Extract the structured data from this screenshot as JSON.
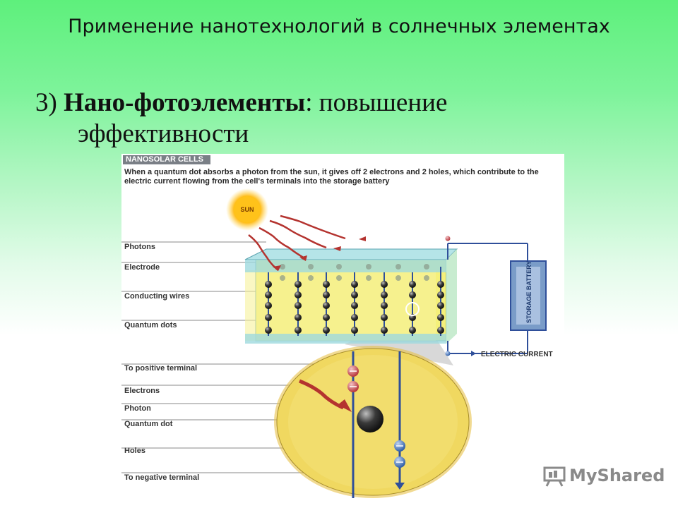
{
  "slide": {
    "title": "Применение нанотехнологий в солнечных элементах",
    "subtitle_number": "3)",
    "subtitle_bold": "Нано-фотоэлементы",
    "subtitle_rest": ": повышение эффективности"
  },
  "figure": {
    "heading": "NANOSOLAR CELLS",
    "caption": "When a quantum dot absorbs a photon from the sun, it gives off 2 electrons and 2 holes, which contribute to the electric current flowing from the cell's terminals into the storage battery",
    "sun_label": "SUN",
    "battery_label": "STORAGE BATTERY",
    "current_label": "ELECTRIC CURRENT",
    "upper_labels": [
      "Photons",
      "Electrode",
      "Conducting wires",
      "Quantum dots"
    ],
    "lower_labels": [
      "To positive terminal",
      "Electrons",
      "Photon",
      "Quantum dot",
      "Holes",
      "To negative terminal"
    ],
    "colors": {
      "heading_bg": "#7a7f86",
      "cell_yellow": "#f5f07a",
      "electrode": "#8fd0d8",
      "wire": "#2f4f9a",
      "photon": "#b4332f",
      "battery": "#7a9cc8",
      "zoom_disc": "#f0d860"
    }
  },
  "watermark": {
    "text": "MyShared",
    "icon": "presentation-board-icon"
  }
}
